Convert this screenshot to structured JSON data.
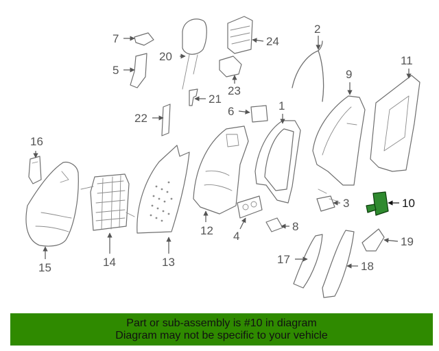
{
  "callouts": {
    "c1": "1",
    "c2": "2",
    "c3": "3",
    "c4": "4",
    "c5": "5",
    "c6": "6",
    "c7": "7",
    "c8": "8",
    "c9": "9",
    "c10": "10",
    "c11": "11",
    "c12": "12",
    "c13": "13",
    "c14": "14",
    "c15": "15",
    "c16": "16",
    "c17": "17",
    "c18": "18",
    "c19": "19",
    "c20": "20",
    "c21": "21",
    "c22": "22",
    "c23": "23",
    "c24": "24"
  },
  "highlighted_part": "10",
  "colors": {
    "highlight": "#2f8a2f",
    "banner": "#2f8a00",
    "line": "#6e6e6e"
  },
  "banner": {
    "line1": "Part or sub-assembly is #10 in diagram",
    "line2": "Diagram may not be specific to your vehicle"
  }
}
